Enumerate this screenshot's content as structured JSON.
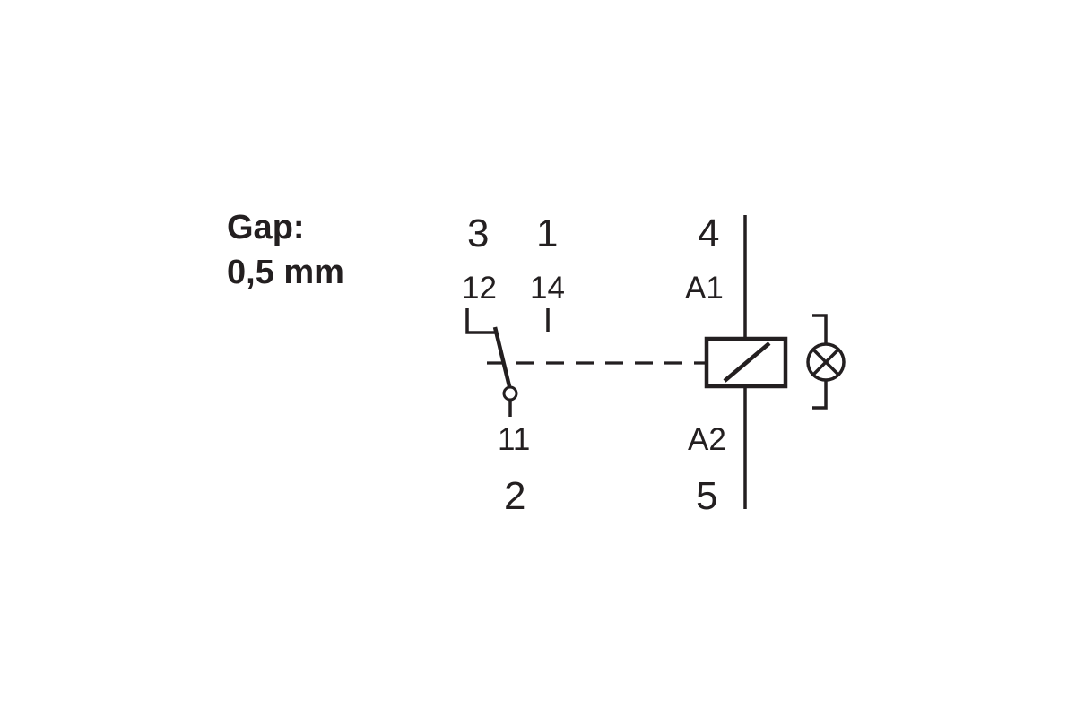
{
  "note": {
    "line1": "Gap:",
    "line2": "0,5 mm"
  },
  "contacts": {
    "terminal_nc": "3",
    "terminal_no": "1",
    "terminal_common": "2",
    "label_nc": "12",
    "label_no": "14",
    "label_common": "11"
  },
  "coil": {
    "terminal_top": "4",
    "terminal_bottom": "5",
    "label_top": "A1",
    "label_bottom": "A2"
  },
  "colors": {
    "ink": "#231f20",
    "background": "#ffffff"
  }
}
